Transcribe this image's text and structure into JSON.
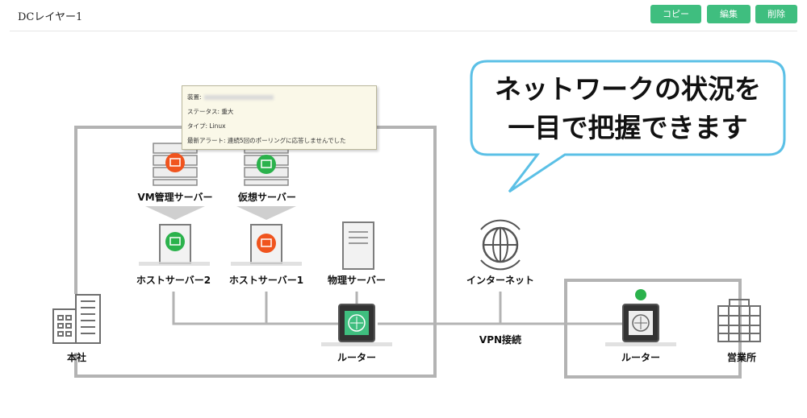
{
  "header": {
    "title": "DCレイヤー1",
    "buttons": {
      "copy": "コピー",
      "edit": "編集",
      "delete": "削除"
    }
  },
  "diagram": {
    "vm_mgmt_server": "VM管理サーバー",
    "virtual_server": "仮想サーバー",
    "host_server_2": "ホストサーバー2",
    "host_server_1": "ホストサーバー1",
    "physical_server": "物理サーバー",
    "router_hq": "ルーター",
    "router_branch": "ルーター",
    "internet": "インターネット",
    "vpn": "VPN接続",
    "hq": "本社",
    "branch": "営業所"
  },
  "tooltip": {
    "device_label": "装置:",
    "status": "ステータス: 重大",
    "type": "タイプ: Linux",
    "alert": "最新アラート: 連続5回のポーリングに応答しませんでした"
  },
  "callout": {
    "line1": "ネットワークの状況を",
    "line2": "一目で把握できます"
  },
  "colors": {
    "accent": "#3fbe7f",
    "status_ok": "#2bb24c",
    "status_critical": "#f0541e",
    "callout_border": "#5bc0e6"
  }
}
